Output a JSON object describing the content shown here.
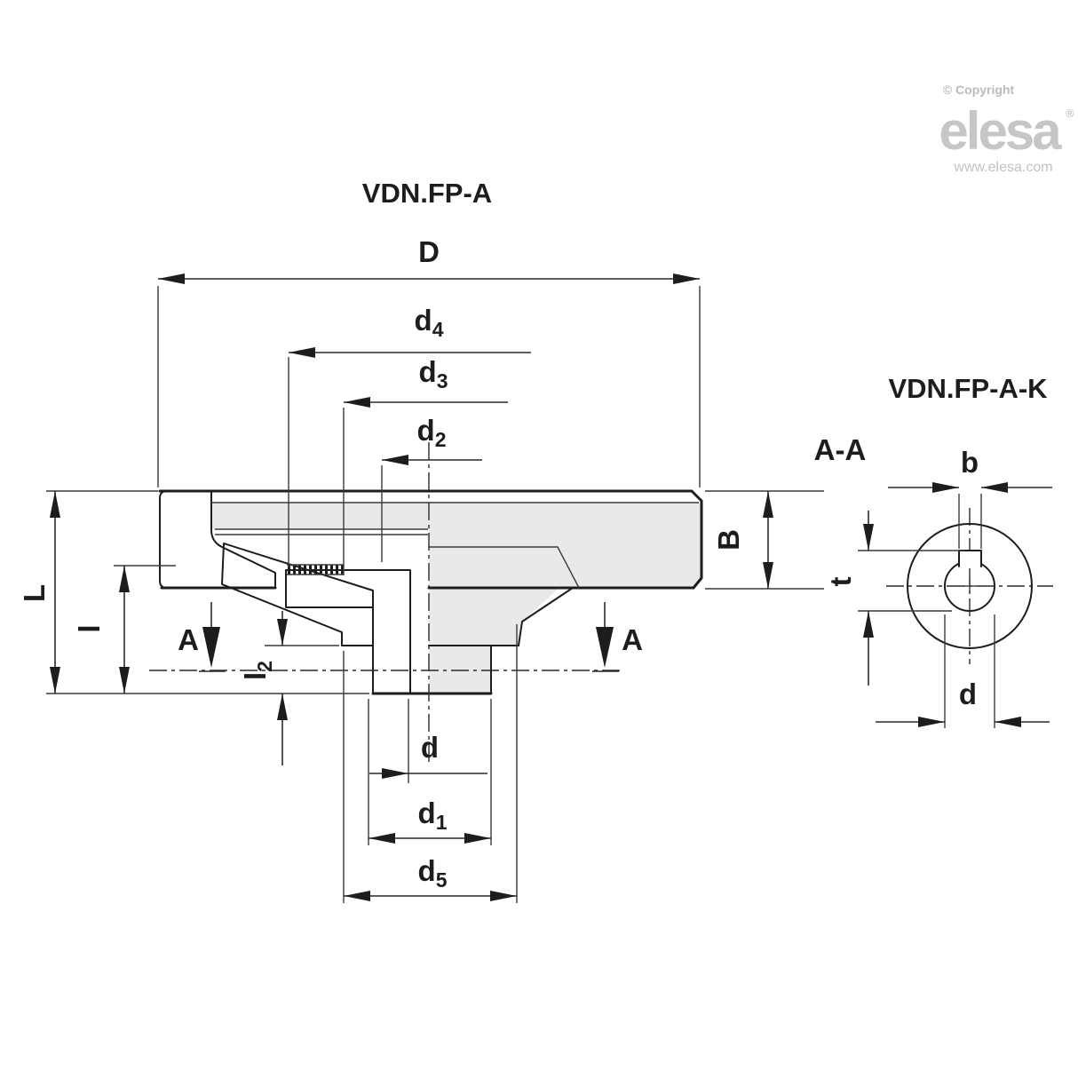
{
  "branding": {
    "copyright": "© Copyright",
    "logo_text": "elesa",
    "registered_mark": "®",
    "website": "www.elesa.com"
  },
  "colors": {
    "line": "#1d1d1b",
    "part_fill": "#e9e9e9",
    "logo_gray": "#c6c6c6"
  },
  "main_view": {
    "title": "VDN.FP-A",
    "section_arrow_left": "A",
    "section_arrow_right": "A",
    "dimensions": {
      "D": "D",
      "d4": {
        "base": "d",
        "sub": "4"
      },
      "d3": {
        "base": "d",
        "sub": "3"
      },
      "d2": {
        "base": "d",
        "sub": "2"
      },
      "B": "B",
      "L": "L",
      "l": "l",
      "l2": {
        "base": "l",
        "sub": "2"
      },
      "d": "d",
      "d1": {
        "base": "d",
        "sub": "1"
      },
      "d5": {
        "base": "d",
        "sub": "5"
      }
    }
  },
  "detail_view": {
    "title": "VDN.FP-A-K",
    "section_title": "A-A",
    "dimensions": {
      "b": "b",
      "t": "t",
      "d": "d"
    }
  }
}
